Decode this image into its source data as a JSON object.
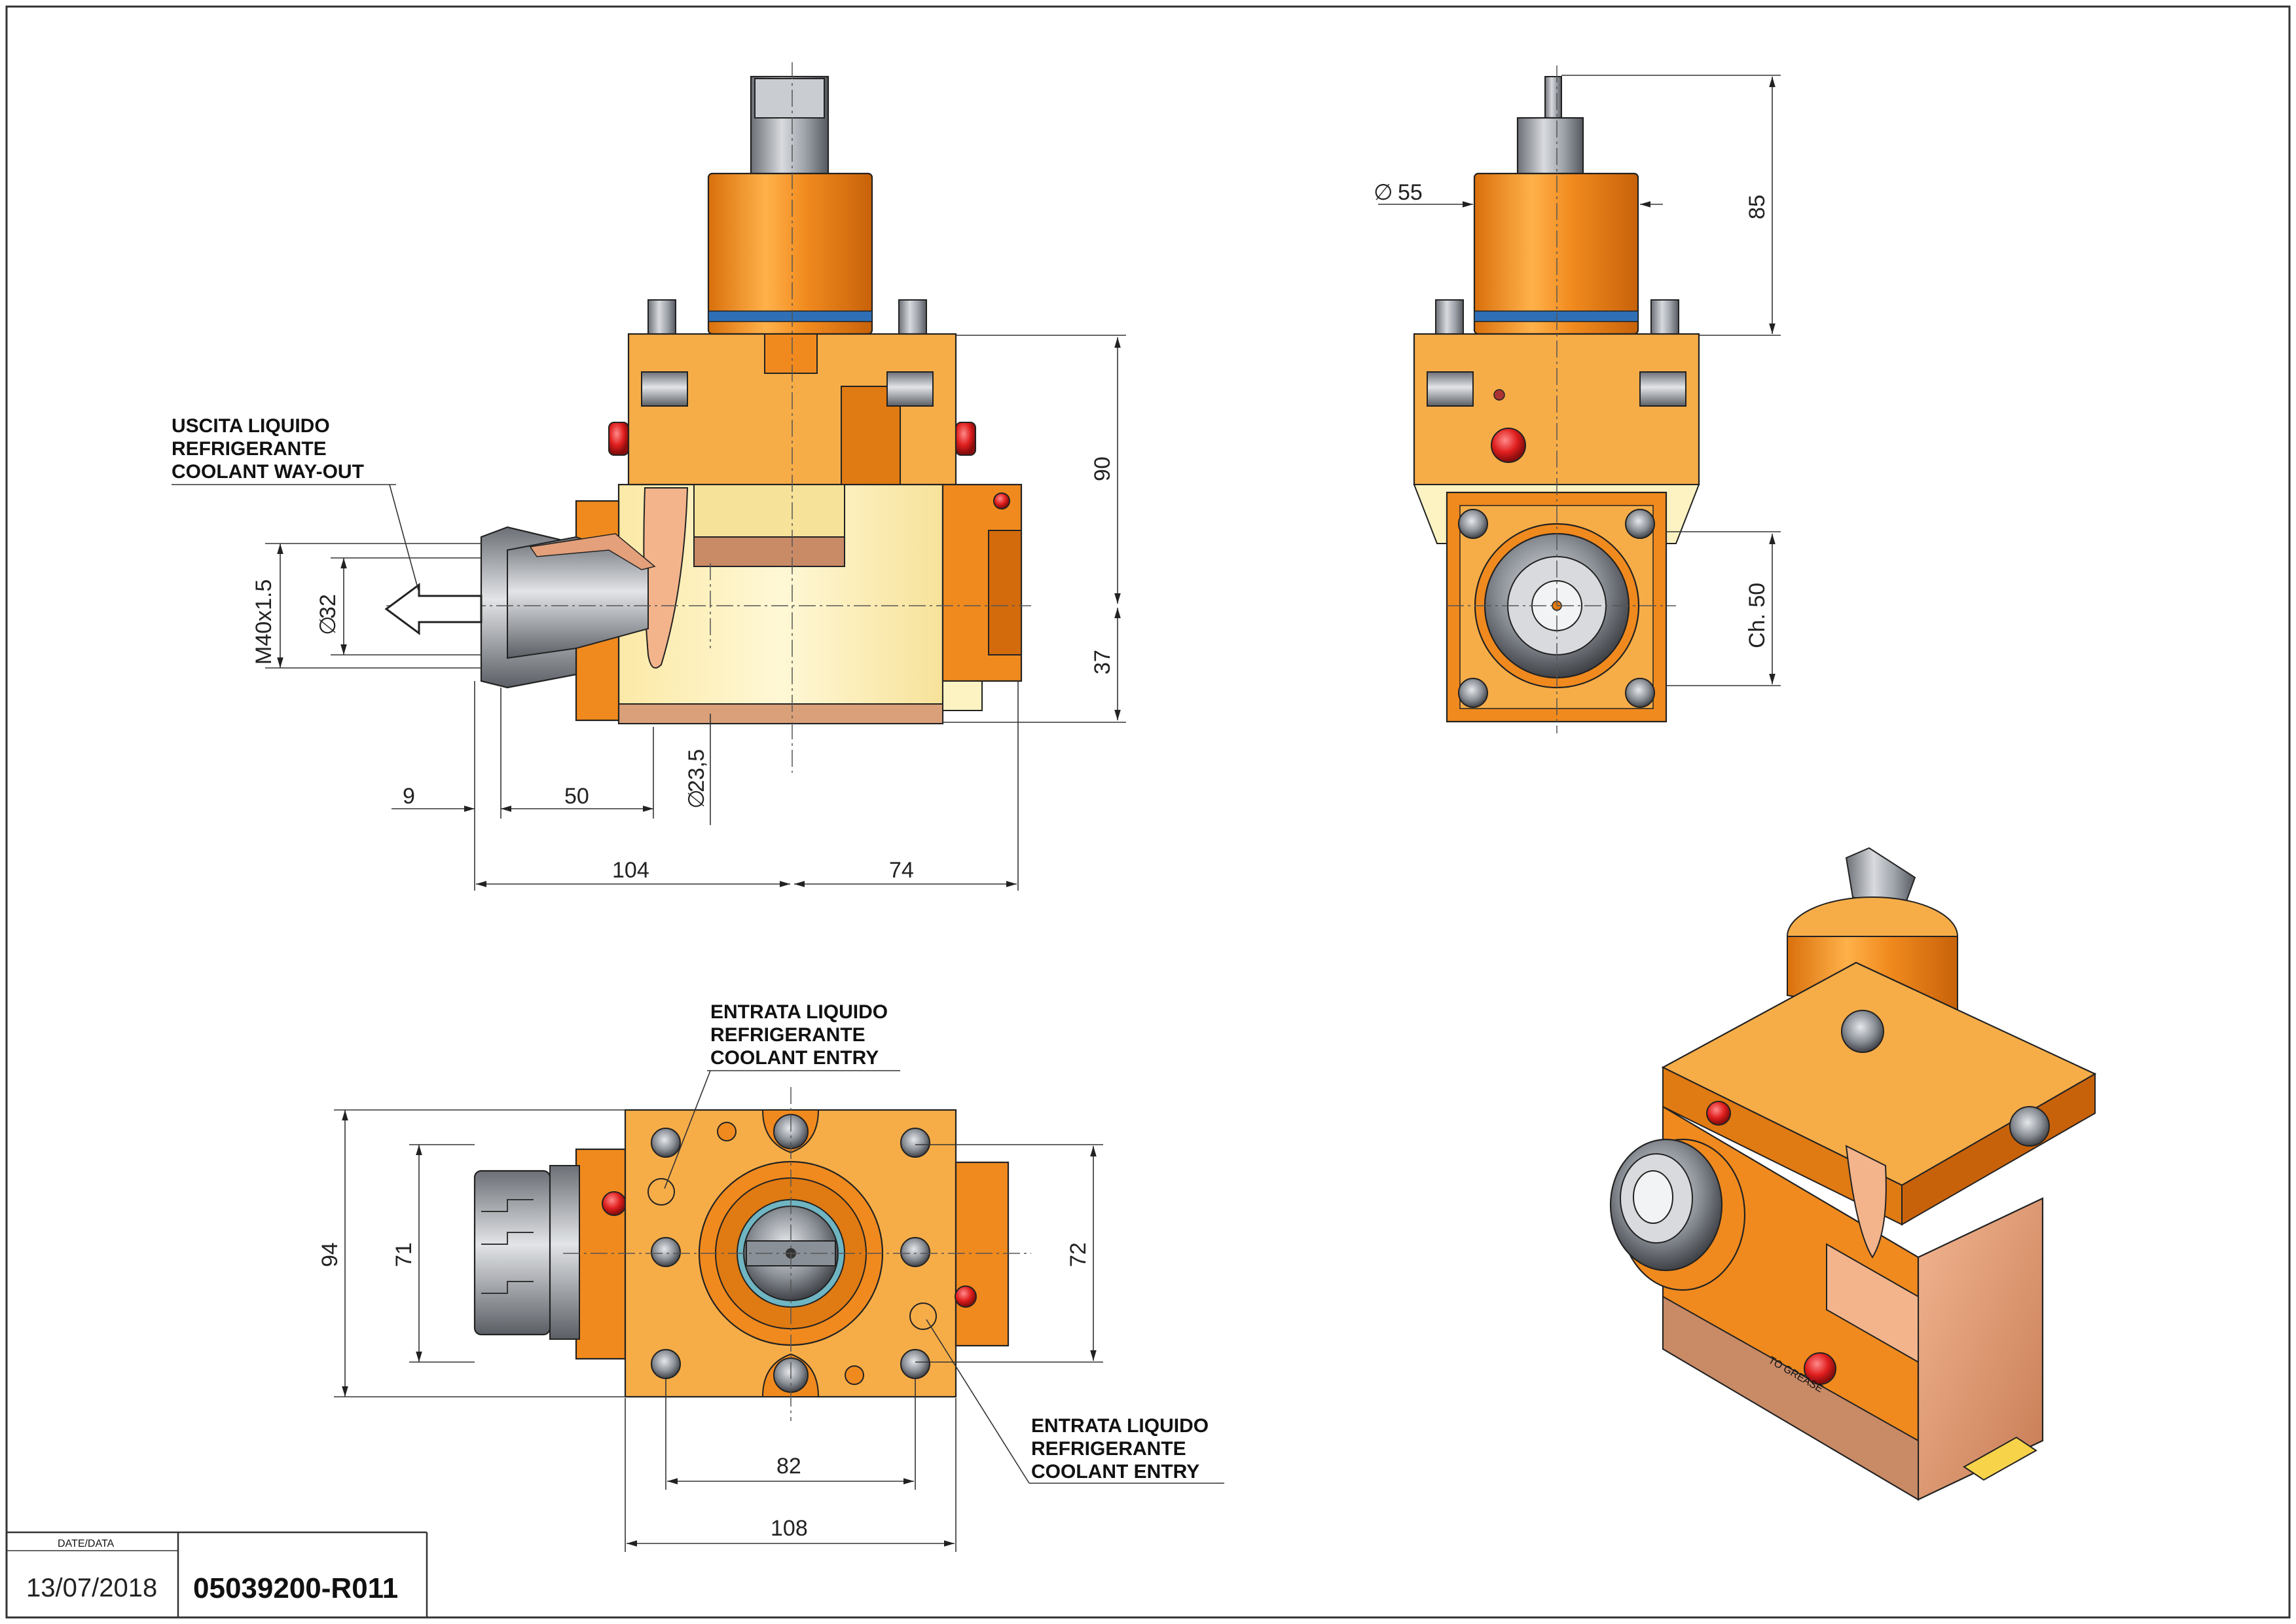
{
  "drawing": {
    "notes": {
      "coolant_out": [
        "USCITA LIQUIDO",
        "REFRIGERANTE",
        "COOLANT WAY-OUT"
      ],
      "coolant_entry_top": [
        "ENTRATA LIQUIDO",
        "REFRIGERANTE",
        "COOLANT ENTRY"
      ],
      "coolant_entry_bottom": [
        "ENTRATA LIQUIDO",
        "REFRIGERANTE",
        "COOLANT ENTRY"
      ]
    },
    "dimensions": {
      "thread": "M40x1.5",
      "dia_32": "32",
      "dia_23_5": "23,5",
      "dim_9": "9",
      "dim_50": "50",
      "dim_104": "104",
      "dim_74": "74",
      "dim_90": "90",
      "dim_37": "37",
      "dia_55": "55",
      "dim_85": "85",
      "ch_50": "Ch. 50",
      "dim_94": "94",
      "dim_71": "71",
      "dim_72": "72",
      "dim_82": "82",
      "dim_108": "108"
    },
    "title_block": {
      "date_label": "DATE/DATA",
      "date": "13/07/2018",
      "code": "05039200-R011"
    },
    "iso_label": "TO GREASE"
  },
  "colors": {
    "body_orange": "#f08a1e",
    "light_orange": "#f6ad48",
    "cream": "#fdf3c2",
    "salmon": "#e9a07a",
    "steel": "#9ea3aa",
    "dark_steel": "#5a5f66",
    "red_plug": "#e01e1e",
    "seal_blue": "#2f6fb5"
  }
}
